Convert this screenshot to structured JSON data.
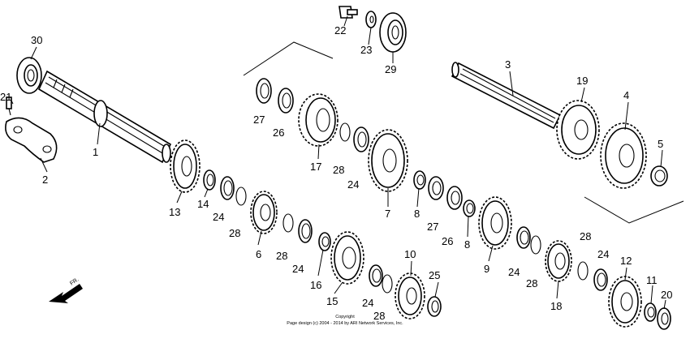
{
  "footer": {
    "line1": "Copyright",
    "line2": "Page design (c) 2004 - 2014 by ARI Network Services, Inc."
  },
  "callouts": [
    {
      "id": "1",
      "label": "1"
    },
    {
      "id": "2",
      "label": "2"
    },
    {
      "id": "3",
      "label": "3"
    },
    {
      "id": "4",
      "label": "4"
    },
    {
      "id": "5",
      "label": "5"
    },
    {
      "id": "6",
      "label": "6"
    },
    {
      "id": "7",
      "label": "7"
    },
    {
      "id": "8a",
      "label": "8"
    },
    {
      "id": "8b",
      "label": "8"
    },
    {
      "id": "9",
      "label": "9"
    },
    {
      "id": "10",
      "label": "10"
    },
    {
      "id": "11",
      "label": "11"
    },
    {
      "id": "12",
      "label": "12"
    },
    {
      "id": "13",
      "label": "13"
    },
    {
      "id": "14",
      "label": "14"
    },
    {
      "id": "15",
      "label": "15"
    },
    {
      "id": "16",
      "label": "16"
    },
    {
      "id": "17",
      "label": "17"
    },
    {
      "id": "18",
      "label": "18"
    },
    {
      "id": "19",
      "label": "19"
    },
    {
      "id": "20",
      "label": "20"
    },
    {
      "id": "21",
      "label": "21"
    },
    {
      "id": "22",
      "label": "22"
    },
    {
      "id": "23",
      "label": "23"
    },
    {
      "id": "24a",
      "label": "24"
    },
    {
      "id": "24b",
      "label": "24"
    },
    {
      "id": "24c",
      "label": "24"
    },
    {
      "id": "24d",
      "label": "24"
    },
    {
      "id": "24e",
      "label": "24"
    },
    {
      "id": "24f",
      "label": "24"
    },
    {
      "id": "25",
      "label": "25"
    },
    {
      "id": "26a",
      "label": "26"
    },
    {
      "id": "26b",
      "label": "26"
    },
    {
      "id": "27a",
      "label": "27"
    },
    {
      "id": "27b",
      "label": "27"
    },
    {
      "id": "28a",
      "label": "28"
    },
    {
      "id": "28b",
      "label": "28"
    },
    {
      "id": "28c",
      "label": "28"
    },
    {
      "id": "28d",
      "label": "28"
    },
    {
      "id": "28e",
      "label": "28"
    },
    {
      "id": "28f",
      "label": "28"
    },
    {
      "id": "29",
      "label": "29"
    },
    {
      "id": "30",
      "label": "30"
    }
  ]
}
